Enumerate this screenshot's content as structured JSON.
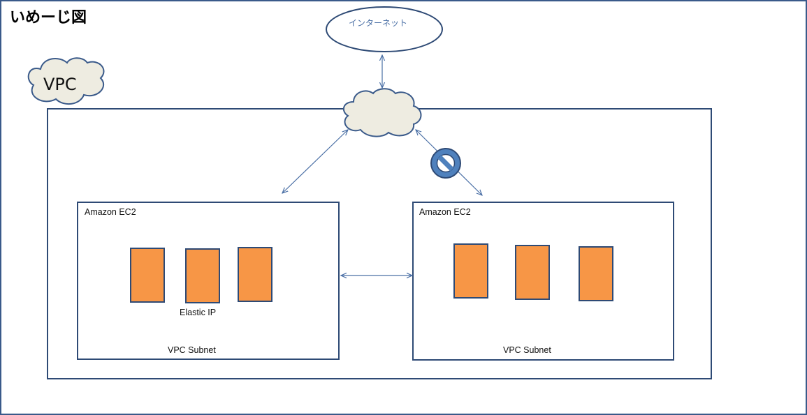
{
  "title": "いめーじ図",
  "vpc_label": "VPC",
  "internet_label": "インターネット",
  "subnets": [
    {
      "service_label": "Amazon EC2",
      "subnet_label": "VPC Subnet",
      "instance_count": 3,
      "extra_label": "Elastic IP"
    },
    {
      "service_label": "Amazon EC2",
      "subnet_label": "VPC Subnet",
      "instance_count": 3,
      "extra_label": ""
    }
  ],
  "icons": {
    "blocked": "prohibited-icon",
    "gateway": "cloud-icon"
  },
  "colors": {
    "frame_border": "#3a5a8a",
    "box_border": "#2e4a75",
    "instance_fill": "#f79646",
    "instance_border": "#2e4a75",
    "arrow": "#4a6fa5",
    "cloud_fill": "#eeece1",
    "cloud_border": "#3a5a8a",
    "prohibited_fill": "#4f81bd",
    "prohibited_border": "#2e4a75"
  }
}
